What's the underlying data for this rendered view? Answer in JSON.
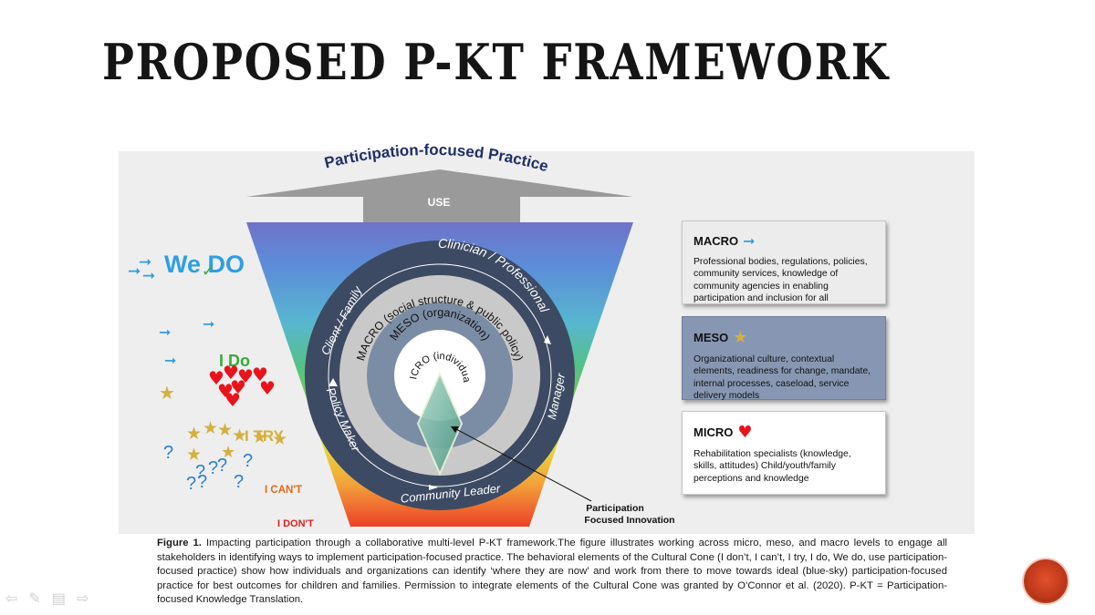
{
  "slide": {
    "title": "PROPOSED P-KT FRAMEWORK"
  },
  "diagram": {
    "arc_title": "Participation-focused Practice",
    "use_label": "USE",
    "ring_outer": [
      "Clinician / Professional",
      "Client / Family",
      "Policy Maker",
      "Manager",
      "Community Leader"
    ],
    "macro_ring": "MACRO (social structure & public policy)",
    "meso_ring": "MESO (organization)",
    "micro_ring": "MICRO (individual)",
    "innovation_label_1": "Participation",
    "innovation_label_2": "Focused Innovation",
    "cone_levels": [
      "We DO",
      "I Do",
      "I TRY",
      "I CAN'T",
      "I DON'T"
    ],
    "symbols": {
      "question": "?",
      "star": "★",
      "heart": "♥",
      "arrow": "➞",
      "check": "✓"
    },
    "colors": {
      "we_do": "#2e9fe0",
      "i_do": "#3aa83a",
      "i_try": "#d4b040",
      "i_cant": "#e06a18",
      "i_dont": "#d82020",
      "ring_dark": "#3d4a63"
    }
  },
  "boxes": {
    "macro": {
      "title": "MACRO",
      "text": "Professional bodies, regulations, policies, community services, knowledge of community agencies in enabling participation and inclusion for all"
    },
    "meso": {
      "title": "MESO",
      "text": "Organizational culture, contextual elements, readiness for change, mandate, internal processes, caseload, service delivery models"
    },
    "micro": {
      "title": "MICRO",
      "text": "Rehabilitation specialists (knowledge, skills, attitudes) Child/youth/family perceptions and knowledge"
    }
  },
  "caption": {
    "label": "Figure 1.",
    "text": "Impacting participation through a collaborative multi-level P-KT framework.The figure illustrates working across micro, meso, and macro levels to engage all stakeholders in identifying ways to implement participation-focused practice. The behavioral elements of the Cultural Cone (I don’t, I can’t, I try, I do, We do, use participation-focused practice) show how individuals and organizations can identify ‘where they are now’ and work from there to move towards ideal (blue-sky) participation-focused practice for best outcomes for children and families. Permission to integrate elements of the Cultural Cone was granted by O’Connor et al. (2020). P-KT = Participation-focused Knowledge Translation."
  },
  "nav": {
    "icons": [
      "back-icon",
      "pen-icon",
      "menu-icon",
      "forward-icon"
    ]
  }
}
